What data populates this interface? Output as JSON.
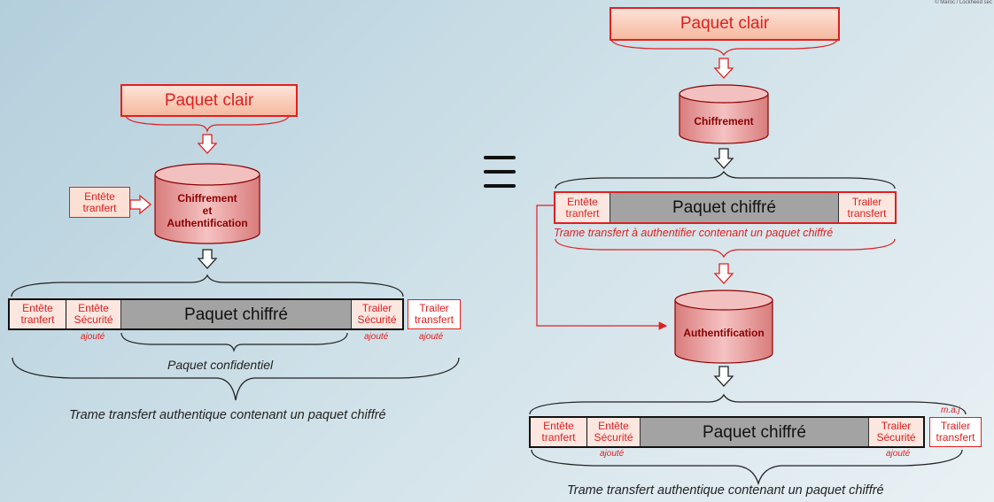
{
  "copyright": "© Maroc / Lockheed sec",
  "equivalence_symbol": "☰",
  "left": {
    "paquet_clair": "Paquet clair",
    "entete_transfert": "Entête\ntranfert",
    "cylinder": "Chiffrement\net\nAuthentification",
    "frame": {
      "entete_transfert": "Entête\ntranfert",
      "entete_securite": "Entête\nSécurité",
      "paquet_chiffre": "Paquet chiffré",
      "trailer_securite": "Trailer\nSécurité",
      "trailer_transfert": "Trailer\ntransfert"
    },
    "ajoute_1": "ajouté",
    "ajoute_2": "ajouté",
    "ajoute_3": "ajouté",
    "paquet_confidentiel": "Paquet confidentiel",
    "caption": "Trame transfert authentique contenant un paquet chiffré"
  },
  "right": {
    "paquet_clair": "Paquet clair",
    "cylinder_top": "Chiffrement",
    "frame1": {
      "entete_transfert": "Entête\ntranfert",
      "paquet_chiffre": "Paquet chiffré",
      "trailer_transfert": "Trailer\ntransfert"
    },
    "frame1_caption": "Trame transfert à authentifier contenant un paquet chiffré",
    "cylinder_bottom": "Authentification",
    "maj": "m.a.j",
    "frame2": {
      "entete_transfert": "Entête\ntranfert",
      "entete_securite": "Entête\nSécurité",
      "paquet_chiffre": "Paquet chiffré",
      "trailer_securite": "Trailer\nSécurité",
      "trailer_transfert": "Trailer\ntransfert"
    },
    "ajoute_1": "ajouté",
    "ajoute_2": "ajouté",
    "caption": "Trame transfert authentique contenant un paquet chiffré"
  },
  "colors": {
    "red": "#e02020",
    "dark_red": "#8b0000",
    "gray": "#a3a3a3"
  },
  "icons": [
    "hollow-down-arrow-icon",
    "hollow-right-arrow-icon",
    "brace-icon",
    "cylinder-icon"
  ]
}
